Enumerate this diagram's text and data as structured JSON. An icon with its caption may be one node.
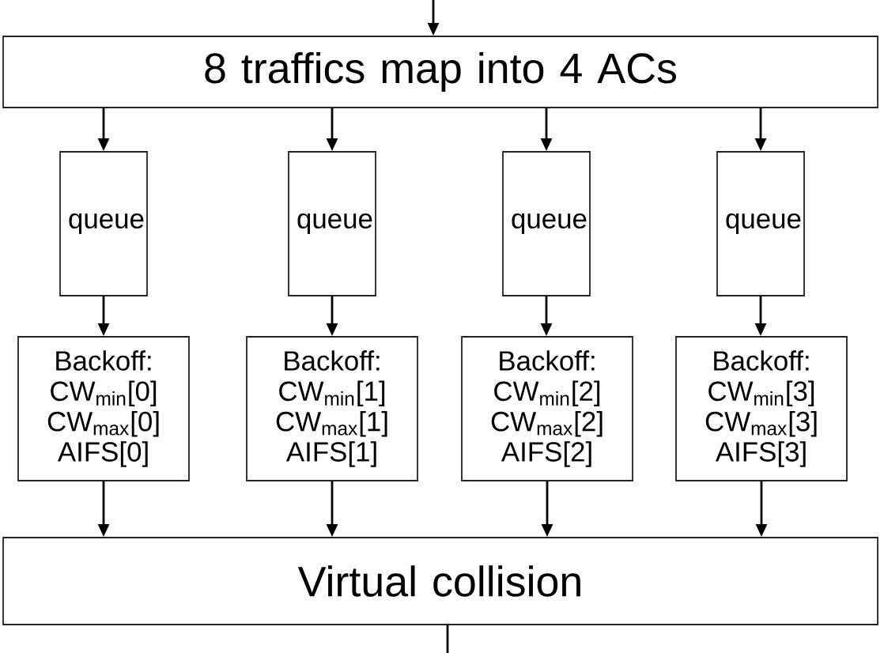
{
  "diagram": {
    "nodes": [
      {
        "text": [
          "8 traffics map into 4 ACs"
        ]
      },
      {
        "text": [
          "queue"
        ]
      },
      {
        "text": [
          "queue"
        ]
      },
      {
        "text": [
          "queue"
        ]
      },
      {
        "text": [
          "queue"
        ]
      },
      {
        "text": [
          "Backoff: CW$_{min}$[0] CW$_{max}$[0] AIFS[0]"
        ]
      },
      {
        "text": [
          "Backoff: CW$_{min}$[1] CW$_{max}$[1] AIFS[1]"
        ]
      },
      {
        "text": [
          "Backoff: CW$_{min}$[2] CW$_{max}$[2] AIFS[2]"
        ]
      },
      {
        "text": [
          "Backoff: CW$_{min}$[3] CW$_{max}$[3] AIFS[3]"
        ]
      },
      {
        "text": [
          "Virtual collision"
        ]
      }
    ],
    "edges": [
      {
        "from": null,
        "to": 0,
        "arrow": "to"
      },
      {
        "from": 0,
        "to": 1,
        "arrow": "to"
      },
      {
        "from": 0,
        "to": 2,
        "arrow": "to"
      },
      {
        "from": 0,
        "to": 3,
        "arrow": "to"
      },
      {
        "from": 0,
        "to": 4,
        "arrow": "to"
      },
      {
        "from": 1,
        "to": 5,
        "arrow": "to"
      },
      {
        "from": 2,
        "to": 6,
        "arrow": "to"
      },
      {
        "from": 3,
        "to": 7,
        "arrow": "to"
      },
      {
        "from": 4,
        "to": 8,
        "arrow": "to"
      },
      {
        "from": 5,
        "to": 9,
        "arrow": "to"
      },
      {
        "from": 6,
        "to": 9,
        "arrow": "to"
      },
      {
        "from": 7,
        "to": 9,
        "arrow": "to"
      },
      {
        "from": 8,
        "to": 9,
        "arrow": "to"
      },
      {
        "from": 9,
        "to": null,
        "arrow": "none"
      }
    ]
  }
}
